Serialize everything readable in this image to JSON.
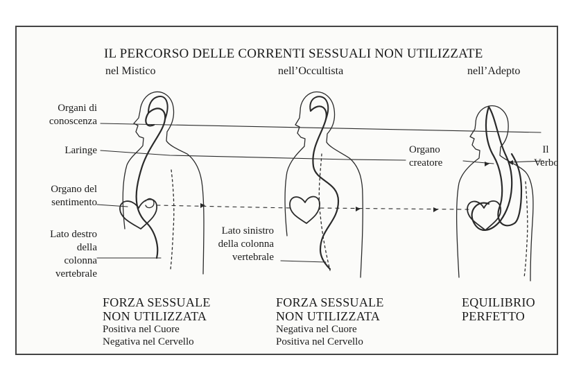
{
  "title": "IL PERCORSO DELLE CORRENTI SESSUALI NON UTILIZZATE",
  "columns": [
    {
      "header": "nel Mistico",
      "force_title_1": "FORZA SESSUALE",
      "force_title_2": "NON UTILIZZATA",
      "effect_1": "Positiva nel Cuore",
      "effect_2": "Negativa nel Cervello"
    },
    {
      "header": "nell’Occultista",
      "force_title_1": "FORZA SESSUALE",
      "force_title_2": "NON UTILIZZATA",
      "effect_1": "Negativa nel Cuore",
      "effect_2": "Positiva nel Cervello"
    },
    {
      "header": "nell’Adepto",
      "force_title_1": "EQUILIBRIO",
      "force_title_2": "PERFETTO"
    }
  ],
  "labels": {
    "organi_1": "Organi di",
    "organi_2": "conoscenza",
    "laringe": "Laringe",
    "sentimento_1": "Organo del",
    "sentimento_2": "sentimento",
    "lato_destro_1": "Lato destro",
    "lato_destro_2": "della",
    "lato_destro_3": "colonna",
    "lato_destro_4": "vertebrale",
    "lato_sinistro_1": "Lato sinistro",
    "lato_sinistro_2": "della colonna",
    "lato_sinistro_3": "vertebrale",
    "organo_creatore_1": "Organo",
    "organo_creatore_2": "creatore",
    "verbo_1": "Il",
    "verbo_2": "Verbo"
  }
}
